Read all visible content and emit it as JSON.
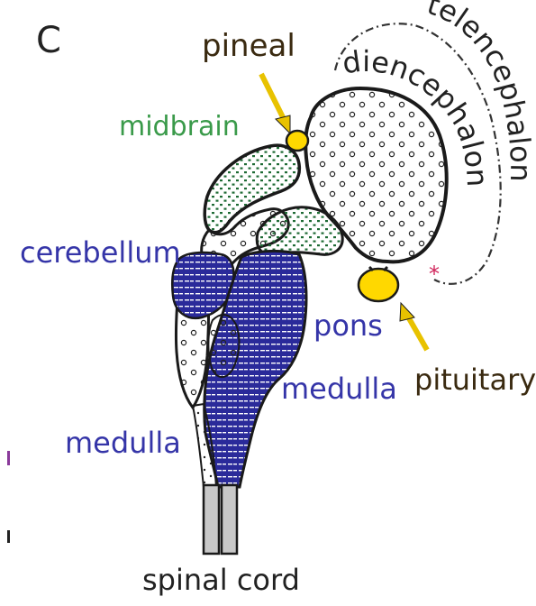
{
  "panel_letter": "C",
  "labels": {
    "pineal": "pineal",
    "midbrain": "midbrain",
    "diencephalon": "diencephalon",
    "telencephalon": "telencephalon",
    "cerebellum": "cerebellum",
    "pons": "pons",
    "medulla_right": "medulla",
    "medulla_left": "medulla",
    "pituitary": "pituitary",
    "spinal_cord": "spinal cord"
  },
  "colors": {
    "outline": "#1a1a1a",
    "yellow_lobe": "#ffd800",
    "green_label": "#3a9a4a",
    "blue_label": "#3535a8",
    "dark_label": "#3a2a10",
    "arrow": "#e8c200",
    "green_stipple": "#1f6b35",
    "blue_hatch": "#2a2a9a",
    "spinal_fill": "#c8c8c8",
    "asterisk": "#d0245a"
  }
}
